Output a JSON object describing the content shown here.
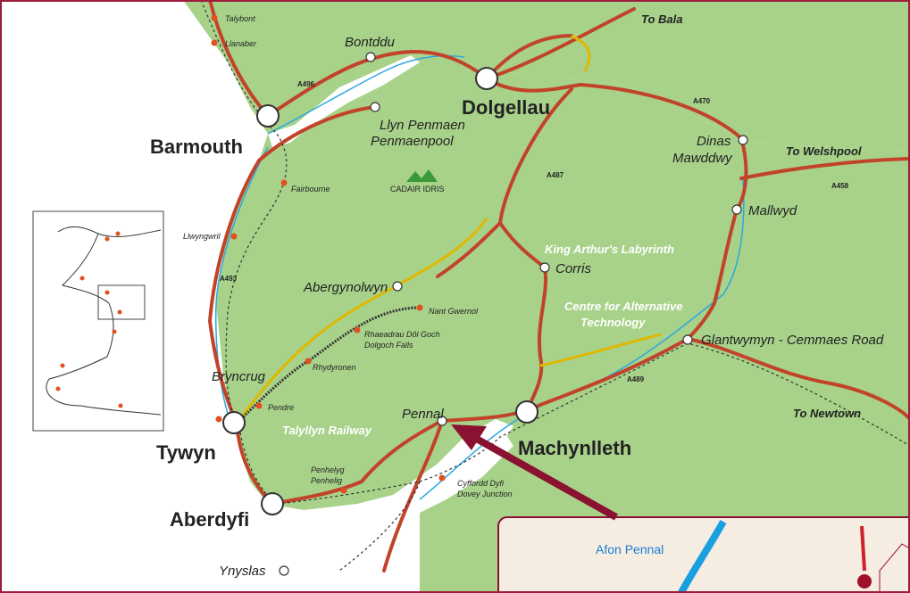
{
  "colors": {
    "land": "#a8d28a",
    "sea": "#ffffff",
    "border": "#a01a3a",
    "road": "#c1432a",
    "road_secondary": "#e0b800",
    "river": "#2aa8e0",
    "rail": "#333333",
    "inset_bg": "#f5ece2",
    "arrow": "#8a1230"
  },
  "towns_major": {
    "dolgellau": "Dolgellau",
    "barmouth": "Barmouth",
    "tywyn": "Tywyn",
    "aberdyfi": "Aberdyfi",
    "machynlleth": "Machynlleth"
  },
  "places": {
    "bontddu": "Bontddu",
    "llyn_penmaen": "Llyn Penmaen",
    "penmaenpool": "Penmaenpool",
    "dinas": "Dinas",
    "mawddwy": "Mawddwy",
    "mallwyd": "Mallwyd",
    "corris": "Corris",
    "abergynolwyn": "Abergynolwyn",
    "bryncrug": "Bryncrug",
    "pennal": "Pennal",
    "glantwymyn": "Glantwymyn - Cemmaes Road",
    "ynyslas": "Ynyslas"
  },
  "small_places": {
    "talybont": "Talybont",
    "llanaber": "Llanaber",
    "fairbourne": "Fairbourne",
    "llwyngwril": "Llwyngwril",
    "nant_gwernol": "Nant Gwernol",
    "rhaeadrau_1": "Rhaeadrau Dôl Goch",
    "rhaeadrau_2": "Dolgoch Falls",
    "rhydyronen": "Rhydyronen",
    "pendre": "Pendre",
    "penhelyg_1": "Penhelyg",
    "penhelyg_2": "Penhelig",
    "cyfordd_1": "Cyffordd Dyfi",
    "cyfordd_2": "Dovey Junction",
    "cadair": "CADAIR IDRIS"
  },
  "roads": {
    "a496": "A496",
    "a470": "A470",
    "a487": "A487",
    "a458": "A458",
    "a493": "A493",
    "a489": "A489"
  },
  "attractions": {
    "king_arthur": "King Arthur's Labyrinth",
    "cat_1": "Centre for Alternative",
    "cat_2": "Technology",
    "talyllyn": "Talyllyn Railway"
  },
  "directions": {
    "bala": "To Bala",
    "welshpool": "To Welshpool",
    "newtown": "To Newtown"
  },
  "inset": {
    "river_label": "Afon Pennal"
  }
}
